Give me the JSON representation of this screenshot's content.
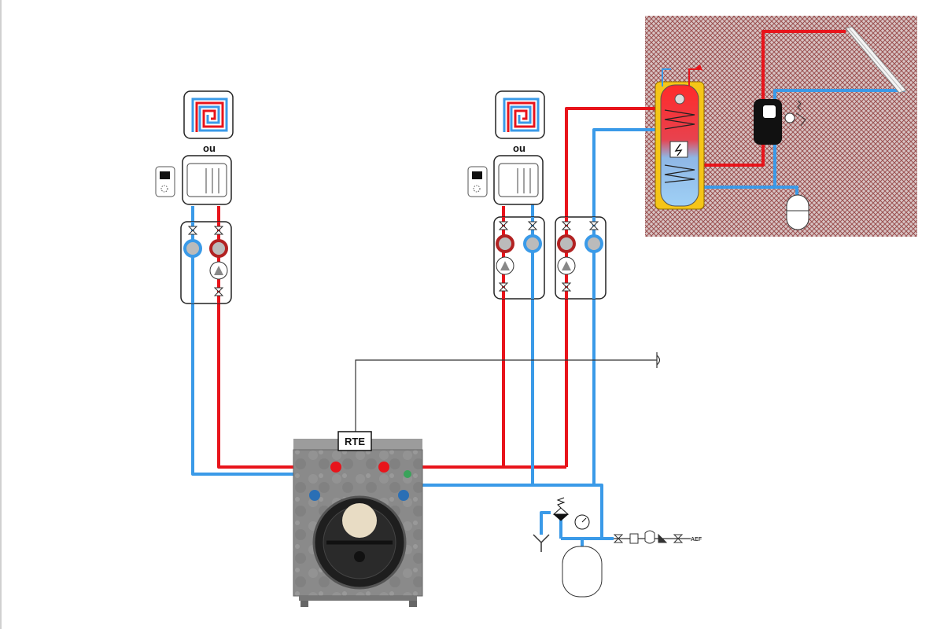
{
  "labels": {
    "alt_left": "ou",
    "alt_right": "ou",
    "boiler_regulator": "RTE",
    "water_inlet": "AEF"
  },
  "colors": {
    "hot_pipe": "#e8141b",
    "cold_pipe": "#3a9ae8",
    "control_wire": "#333333",
    "boiler_body": "#7d7d7d",
    "solar_zone_hatch": "#a46666",
    "tank_jacket": "#f5c518"
  },
  "icons": {
    "underfloor": "underfloor-heating-coil-icon",
    "radiator": "radiator-icon",
    "thermostat": "room-thermostat-icon",
    "pump": "circulator-pump-icon",
    "gauge": "thermometer-gauge-icon",
    "valve": "isolation-valve-icon",
    "solar_panel": "solar-collector-icon",
    "expansion": "expansion-vessel-icon",
    "sensor": "outdoor-sensor-icon"
  }
}
